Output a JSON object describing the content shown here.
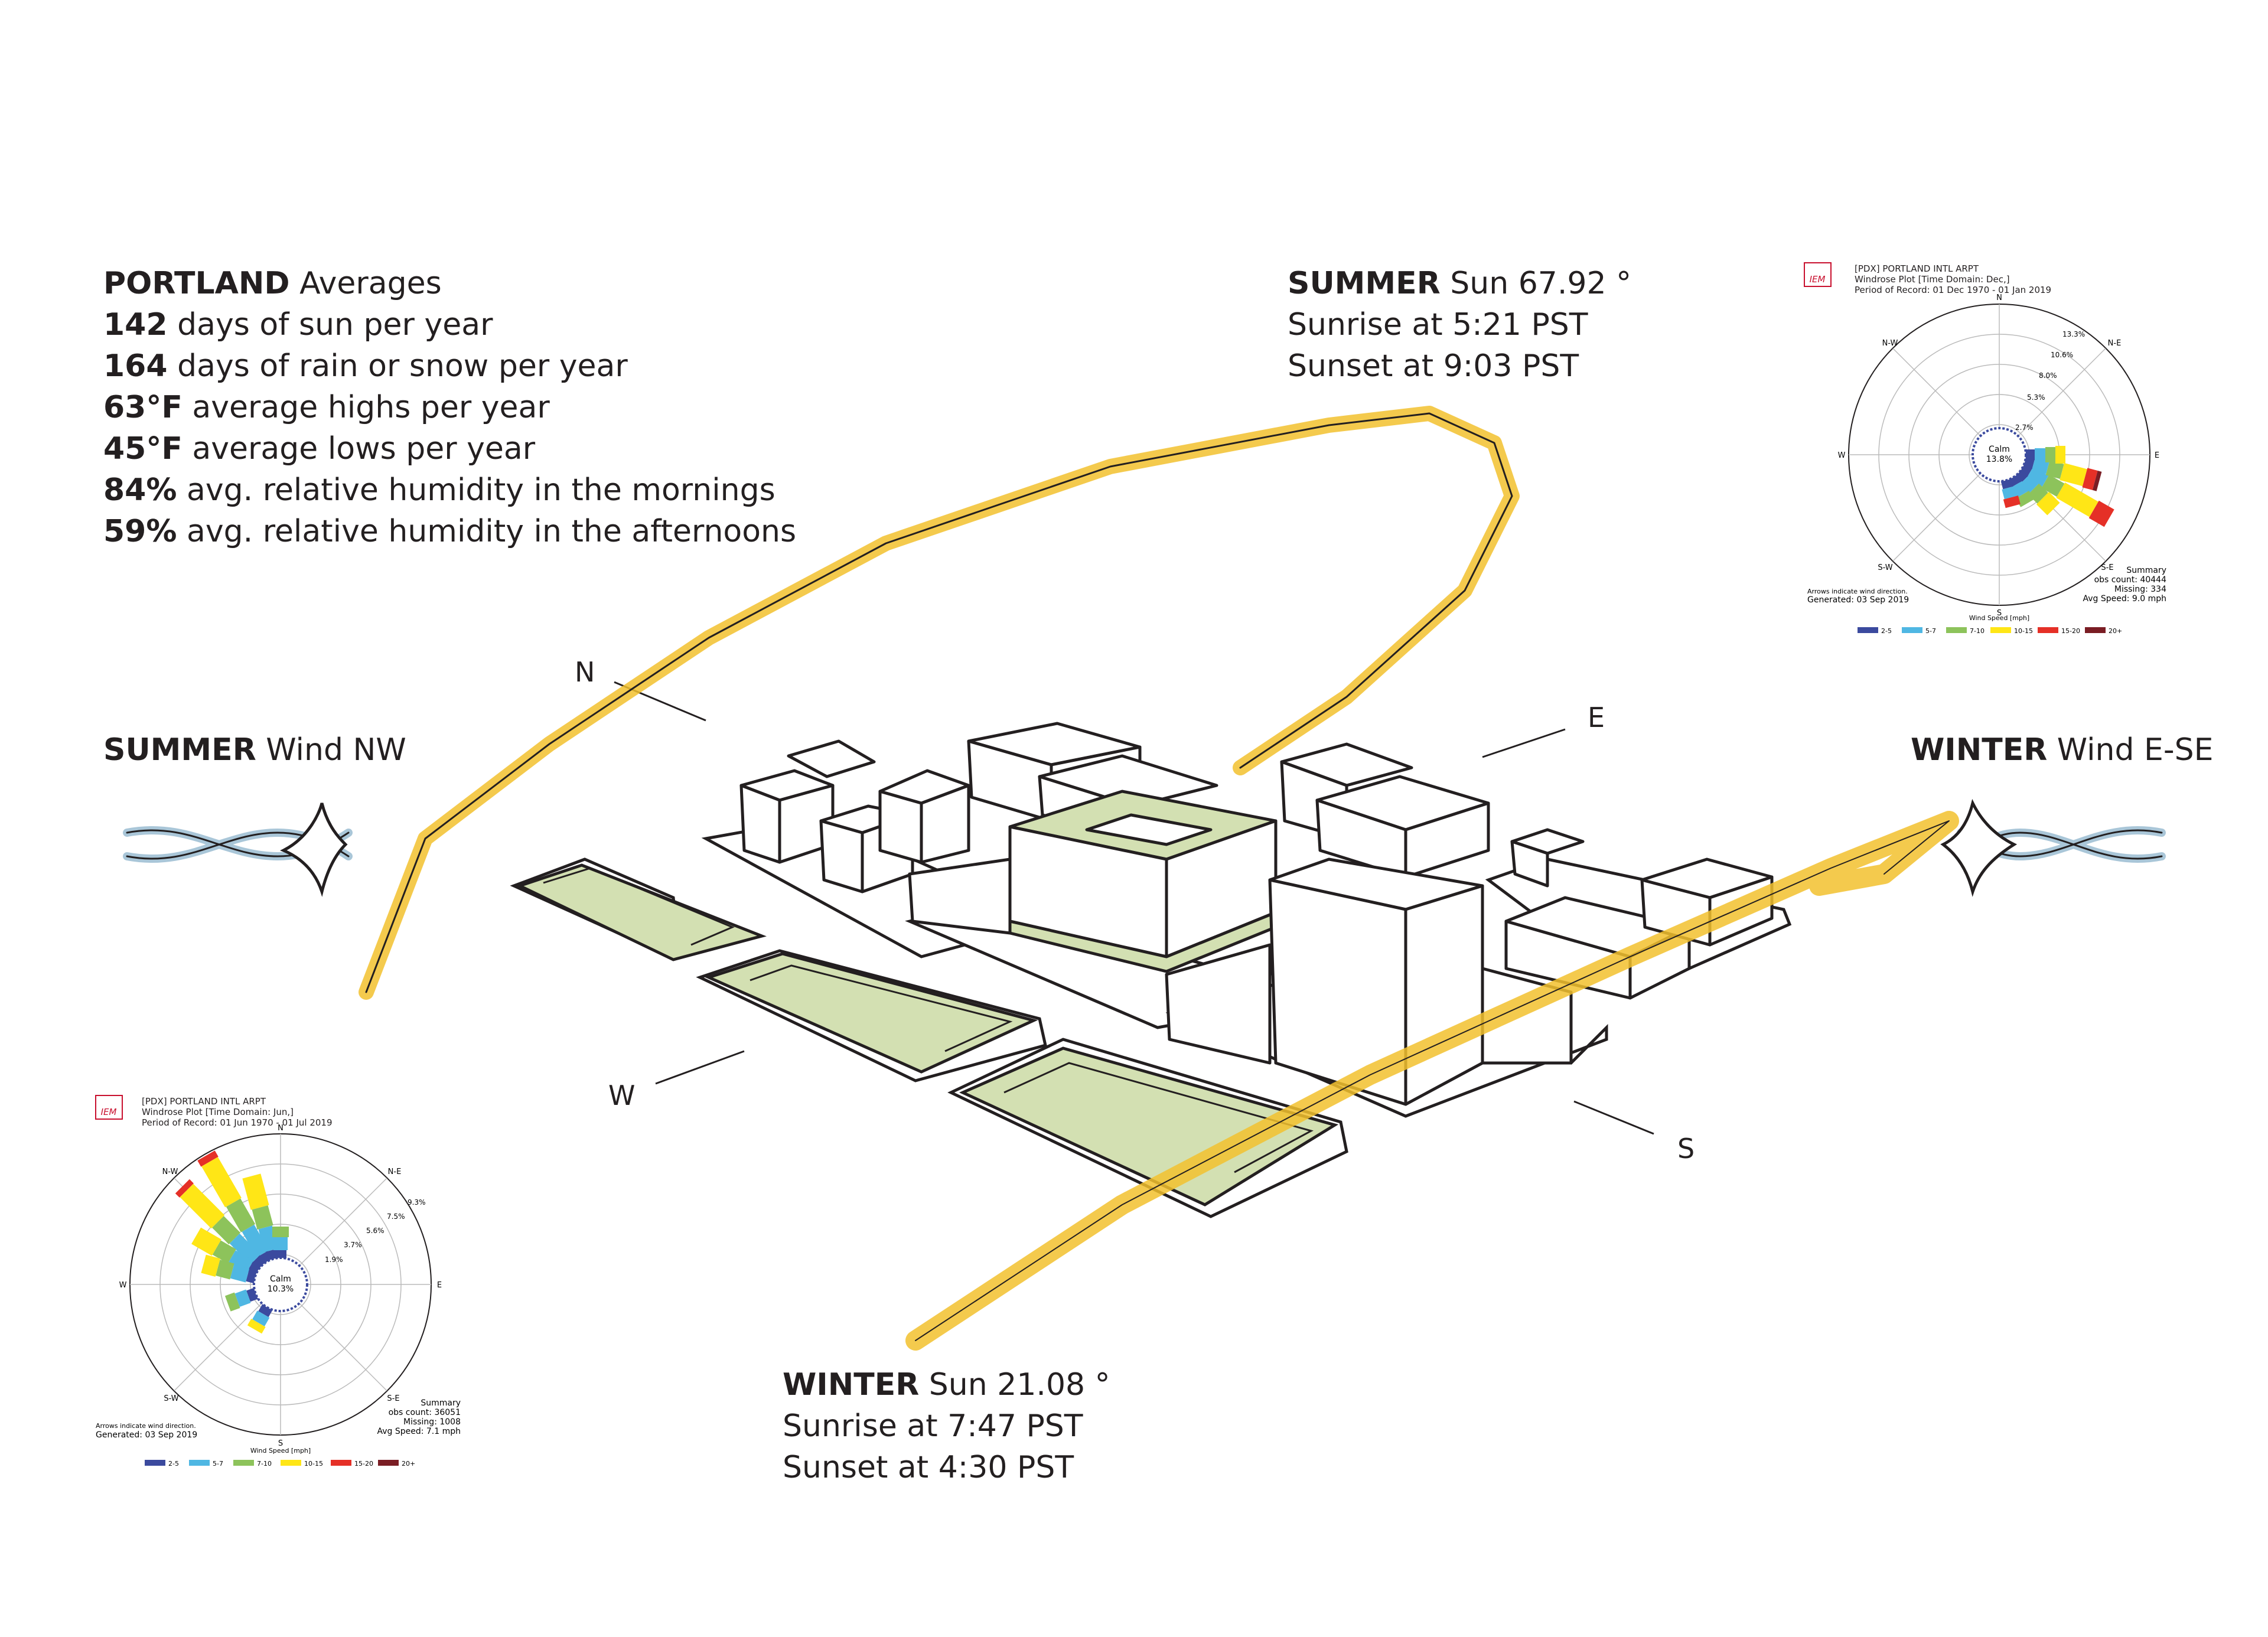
{
  "portland": {
    "title": "PORTLAND",
    "title_suffix": "Averages",
    "stats": [
      {
        "value": "142",
        "text": "days of sun per year"
      },
      {
        "value": "164",
        "text": "days of rain or snow per year"
      },
      {
        "value": "63°F",
        "text": "average highs per year"
      },
      {
        "value": "45°F",
        "text": "average lows per year"
      },
      {
        "value": "84%",
        "text": "avg. relative humidity in the mornings"
      },
      {
        "value": "59%",
        "text": "avg. relative humidity in the afternoons"
      }
    ]
  },
  "summer_sun": {
    "season": "SUMMER",
    "label": "Sun 67.92 °",
    "sunrise": "Sunrise at 5:21 PST",
    "sunset": "Sunset at 9:03 PST"
  },
  "winter_sun": {
    "season": "WINTER",
    "label": "Sun 21.08 °",
    "sunrise": "Sunrise at 7:47 PST",
    "sunset": "Sunset at 4:30 PST"
  },
  "summer_wind": {
    "season": "SUMMER",
    "label": "Wind NW"
  },
  "winter_wind": {
    "season": "WINTER",
    "label": "Wind E-SE"
  },
  "compass": {
    "n": "N",
    "e": "E",
    "s": "S",
    "w": "W"
  },
  "colors": {
    "sun_path": "#f2c12e",
    "green_space": "#d3e0b2",
    "wind_blue": "#a9c6d8"
  },
  "windrose_dec": {
    "header": [
      "[PDX] PORTLAND INTL ARPT",
      "Windrose Plot [Time Domain: Dec,]",
      "Period of Record: 01 Dec 1970 - 01 Jan 2019"
    ],
    "calm": "Calm",
    "calm_value": "13.8%",
    "rings": [
      "2.7%",
      "5.3%",
      "8.0%",
      "10.6%",
      "13.3%"
    ],
    "summary": [
      "Summary",
      "obs count: 40444",
      "Missing: 334",
      "Avg Speed: 9.0 mph"
    ],
    "footer_note": "Arrows indicate wind direction.",
    "generated": "Generated: 03 Sep 2019",
    "dirs": {
      "n": "N",
      "ne": "N-E",
      "e": "E",
      "se": "S-E",
      "s": "S",
      "sw": "S-W",
      "w": "W",
      "nw": "N-W"
    }
  },
  "windrose_jun": {
    "header": [
      "[PDX] PORTLAND INTL ARPT",
      "Windrose Plot [Time Domain: Jun,]",
      "Period of Record: 01 Jun 1970 - 01 Jul 2019"
    ],
    "calm": "Calm",
    "calm_value": "10.3%",
    "rings": [
      "1.9%",
      "3.7%",
      "5.6%",
      "7.5%",
      "9.3%"
    ],
    "summary": [
      "Summary",
      "obs count: 36051",
      "Missing: 1008",
      "Avg Speed: 7.1 mph"
    ],
    "footer_note": "Arrows indicate wind direction.",
    "generated": "Generated: 03 Sep 2019",
    "dirs": {
      "n": "N",
      "ne": "N-E",
      "e": "E",
      "se": "S-E",
      "s": "S",
      "sw": "S-W",
      "w": "W",
      "nw": "N-W"
    }
  },
  "wind_speed": {
    "title": "Wind Speed [mph]",
    "bins": [
      {
        "label": "2-5",
        "color": "#3b4a9e"
      },
      {
        "label": "5-7",
        "color": "#4fb7e3"
      },
      {
        "label": "7-10",
        "color": "#8dc35b"
      },
      {
        "label": "10-15",
        "color": "#ffe616"
      },
      {
        "label": "15-20",
        "color": "#e53027"
      },
      {
        "label": "20+",
        "color": "#7a1d24"
      }
    ]
  },
  "logo": "IEM"
}
